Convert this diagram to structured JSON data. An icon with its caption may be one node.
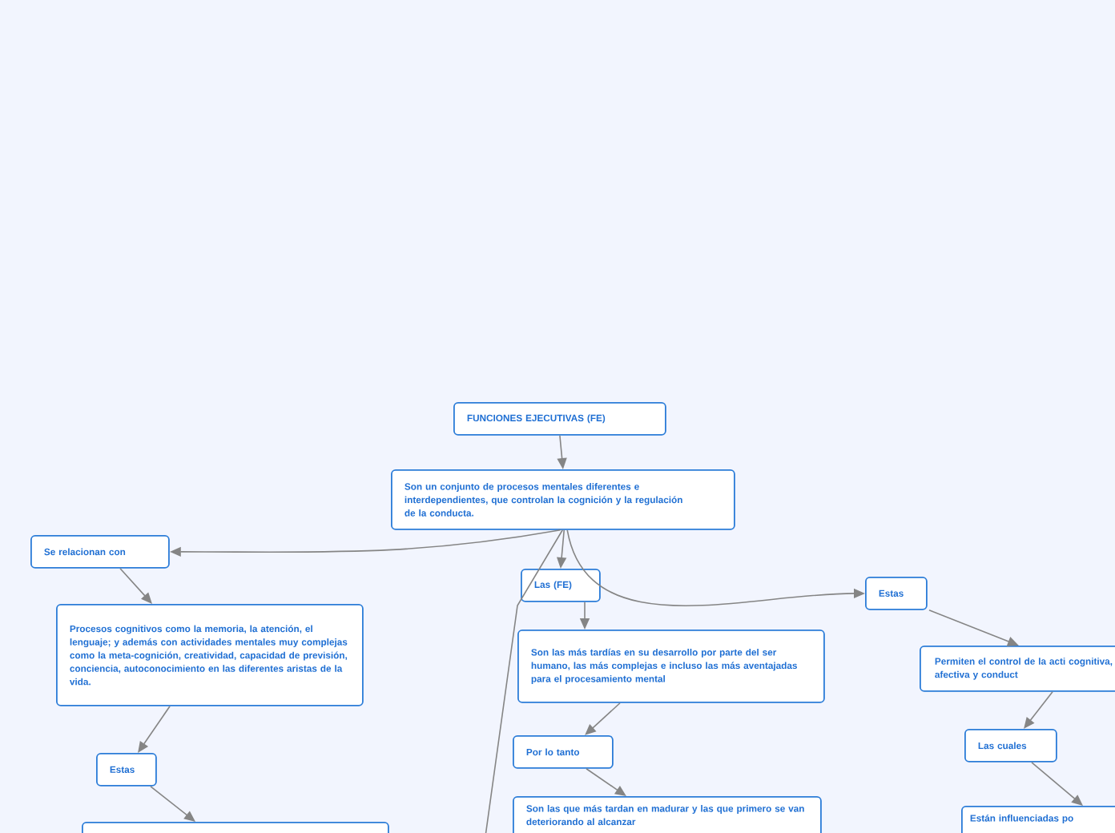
{
  "diagram": {
    "nodes": [
      {
        "text": [
          "FUNCIONES EJECUTIVAS (FE)"
        ]
      },
      {
        "text": [
          "Son un conjunto de procesos mentales diferentes e interdependientes, que controlan la cognición y la regulación de la conducta."
        ]
      },
      {
        "text": [
          "Se relacionan con"
        ]
      },
      {
        "text": [
          "Las (FE)"
        ]
      },
      {
        "text": [
          "Estas"
        ]
      },
      {
        "text": [
          "Procesos cognitivos como la memoria, la atención, el lenguaje; y además con actividades mentales muy complejas como la meta-cognición, creatividad, capacidad de previsión, conciencia, autoconocimiento en las diferentes aristas de la vida."
        ]
      },
      {
        "text": [
          "Son las más tardías en su desarrollo por parte del ser humano, las más complejas e incluso las más aventajadas para el procesamiento mental"
        ]
      },
      {
        "text": [
          "Permiten el control de la acti cognitiva, afectiva y conduct"
        ]
      },
      {
        "text": [
          "Estas"
        ]
      },
      {
        "text": [
          "Por lo tanto"
        ]
      },
      {
        "text": [
          "Las cuales"
        ]
      },
      {
        "text": [],
        "shape": "box"
      },
      {
        "text": [
          "Son las que más tardan en madurar y las que primero se van deteriorando al alcanzar"
        ]
      },
      {
        "text": [
          "Están influenciadas po"
        ]
      }
    ],
    "edges": [
      {
        "from": 0,
        "to": 1,
        "arrow": "to"
      },
      {
        "from": 1,
        "to": 2,
        "arrow": "to"
      },
      {
        "from": 1,
        "to": 3,
        "arrow": "to"
      },
      {
        "from": 1,
        "to": 4,
        "arrow": "to"
      },
      {
        "from": 2,
        "to": 5,
        "arrow": "to"
      },
      {
        "from": 3,
        "to": 6,
        "arrow": "to"
      },
      {
        "from": 4,
        "to": 7,
        "arrow": "to"
      },
      {
        "from": 5,
        "to": 8,
        "arrow": "to"
      },
      {
        "from": 6,
        "to": 9,
        "arrow": "to"
      },
      {
        "from": 7,
        "to": 10,
        "arrow": "to"
      },
      {
        "from": 8,
        "to": 11,
        "arrow": "to"
      },
      {
        "from": 9,
        "to": 12,
        "arrow": "to"
      },
      {
        "from": 10,
        "to": 13,
        "arrow": "to"
      },
      {
        "from": 1,
        "to": null,
        "arrow": "none"
      }
    ]
  }
}
